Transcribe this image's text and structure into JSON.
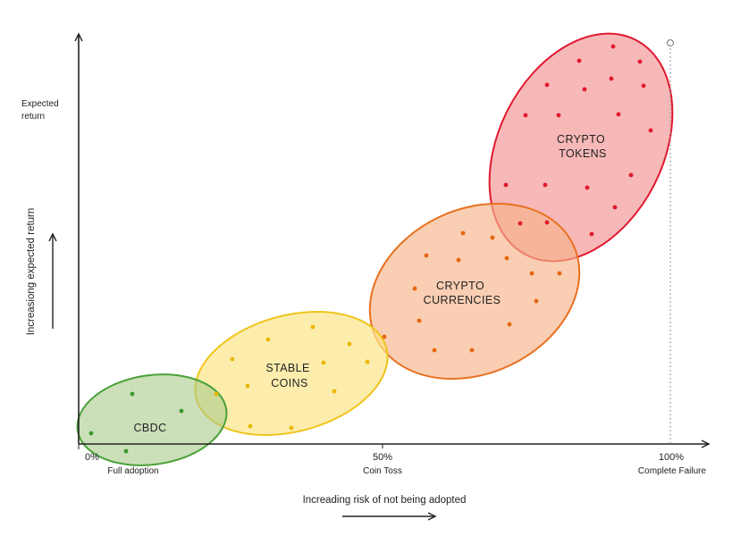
{
  "y_axis": {
    "top_label_line1": "Expected",
    "top_label_line2": "return",
    "side_label": "Increasiong expected return"
  },
  "x_axis": {
    "label": "Increading risk of not being adopted",
    "ticks": [
      {
        "value": "0%",
        "caption": "Full adoption"
      },
      {
        "value": "50%",
        "caption": "Coin Toss"
      },
      {
        "value": "100%",
        "caption": "Complete Failure"
      }
    ]
  },
  "groups": [
    {
      "key": "cbdc",
      "label_lines": [
        "CBDC"
      ],
      "stroke": "#4aa138",
      "fill": "#a9c98a",
      "dot": "#3a9a2a"
    },
    {
      "key": "stable",
      "label_lines": [
        "STABLE",
        "COINS"
      ],
      "stroke": "#f0c419",
      "fill": "#fbe58a",
      "dot": "#e8b800"
    },
    {
      "key": "crypto_currencies",
      "label_lines": [
        "CRYPTO",
        "CURRENCIES"
      ],
      "stroke": "#e8701f",
      "fill": "#f6b48a",
      "dot": "#e8650f"
    },
    {
      "key": "crypto_tokens",
      "label_lines": [
        "CRYPTO",
        "TOKENS"
      ],
      "stroke": "#e0192e",
      "fill": "#f5a6a6",
      "dot": "#e0192e"
    }
  ]
}
